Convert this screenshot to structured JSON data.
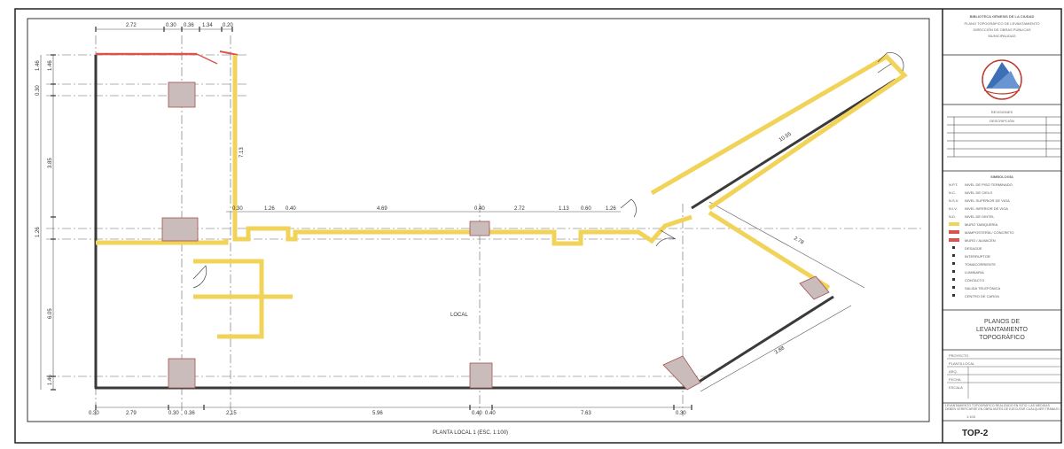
{
  "drawing": {
    "caption": "PLANTA LOCAL 1 (ESC. 1:100)",
    "room_label": "LOCAL",
    "diagonal_wall_length": "10.55",
    "lengths": {
      "left_wall_1": "1.46",
      "left_wall_2": "3.85",
      "left_wall_3": "6.05",
      "left_wall_4": "1.46",
      "corridor_wall": "7.13",
      "right_wall_1": "2.78",
      "right_wall_2": "3.88"
    },
    "top_dimensions": [
      "2.72",
      "0.30",
      "0.36",
      "1.34",
      "0.20"
    ],
    "mid_dimensions": [
      "0.30",
      "1.26",
      "0.40",
      "4.69",
      "0.40",
      "2.72",
      "1.13",
      "0.60",
      "1.26"
    ],
    "bottom_dimensions": [
      "0.30",
      "2.79",
      "0.30",
      "0.36",
      "2.15",
      "5.96",
      "0.40",
      "0.40",
      "7.63",
      "0.30"
    ],
    "side_dimensions": [
      "1.46",
      "0.30",
      "1.26"
    ]
  },
  "title_block": {
    "header_lines": [
      "BIBLIOTECA GÉNESIS DE LA CIUDAD",
      "PLANO TOPOGRÁFICO DE LEVANTAMIENTO",
      "DIRECCIÓN DE OBRAS PÚBLICAS",
      "MUNICIPALIDAD"
    ],
    "revisions_title": "REVISIONES",
    "revisions_header": "DESCRIPCIÓN",
    "symbology_title": "SIMBOLOGÍA",
    "legend": [
      {
        "code": "N.P.T.",
        "label": "NIVEL DE PISO TERMINADO"
      },
      {
        "code": "N.C.",
        "label": "NIVEL DE CIELO"
      },
      {
        "code": "N.S.V.",
        "label": "NIVEL SUPERIOR DE VIGA"
      },
      {
        "code": "N.I.V.",
        "label": "NIVEL INFERIOR DE VIGA"
      },
      {
        "code": "N.D.",
        "label": "NIVEL DE DINTEL"
      },
      {
        "code": "",
        "label": "MURO TABIQUERÍA"
      },
      {
        "code": "",
        "label": "MAMPOSTERÍA / CONCRETO"
      },
      {
        "code": "",
        "label": "MURO / ALMACÉN"
      },
      {
        "code": "",
        "label": "DESAGÜE"
      },
      {
        "code": "",
        "label": "INTERRUPTOR"
      },
      {
        "code": "",
        "label": "TOMACORRIENTE"
      },
      {
        "code": "",
        "label": "LUMINARIA"
      },
      {
        "code": "",
        "label": "CONTACTO"
      },
      {
        "code": "",
        "label": "SALIDA TELEFÓNICA"
      },
      {
        "code": "",
        "label": "CENTRO DE CARGA"
      }
    ],
    "plan_title": [
      "PLANOS DE",
      "LEVANTAMIENTO",
      "TOPOGRÁFICO"
    ],
    "info_rows": [
      "PROYECTO",
      "PLANTA LOCAL",
      "ARQ.",
      "FECHA",
      "ESCALA"
    ],
    "notes": "LEVANTAMIENTO TOPOGRÁFICO REALIZADO EN SITIO. LAS MEDIDAS DEBEN VERIFICARSE EN OBRA ANTES DE EJECUTAR CUALQUIER TRABAJO.",
    "scale": "1:100",
    "sheet_code": "TOP-2"
  },
  "colors": {
    "yellow_wall": "#f2d35a",
    "brick_wall": "#d9534f",
    "column": "#cbbcbc",
    "line": "#333333",
    "dim_line": "#555555"
  },
  "icons": {
    "logo": "logo-icon"
  }
}
